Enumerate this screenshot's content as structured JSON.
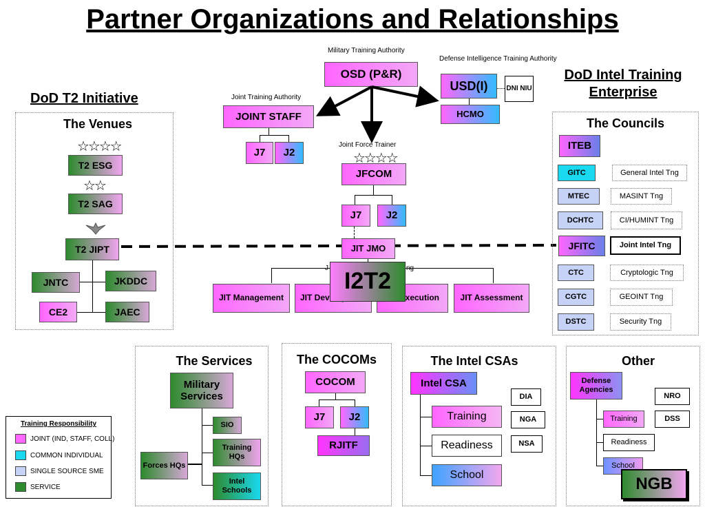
{
  "title": "Partner Organizations and Relationships",
  "top": {
    "mta_label": "Military Training Authority",
    "osd": "OSD (P&R)",
    "dita_label": "Defense Intelligence Training Authority",
    "usdi": "USD(I)",
    "dni_niu": "DNI NIU",
    "hcmo": "HCMO",
    "jta_label": "Joint Training Authority",
    "joint_staff": "JOINT STAFF",
    "js_j7": "J7",
    "js_j2": "J2",
    "jft_label": "Joint Force Trainer",
    "jfcom": "JFCOM",
    "jf_j7": "J7",
    "jf_j2": "J2",
    "jit_jmo": "JIT JMO",
    "jit_mgmt": "JIT Management",
    "jit_dev": "JIT Development",
    "jit_exec": "JIT Execution",
    "jit_assess": "JIT Assessment",
    "i2t2": "I2T2",
    "jit_hidden_left": "J",
    "jit_hidden_right": "ng"
  },
  "t2": {
    "heading": "DoD T2 Initiative",
    "venues": "The Venues",
    "esg_stars": "☆☆☆☆",
    "esg": "T2 ESG",
    "sag_stars": "☆☆",
    "sag": "T2 SAG",
    "jipt": "T2 JIPT",
    "jntc": "JNTC",
    "jkddc": "JKDDC",
    "ce2": "CE2",
    "jaec": "JAEC"
  },
  "intel": {
    "heading": "DoD Intel Training Enterprise",
    "councils": "The Councils",
    "iteb": "ITEB",
    "rows": [
      {
        "code": "GITC",
        "desc": "General Intel Tng"
      },
      {
        "code": "MTEC",
        "desc": "MASINT Tng"
      },
      {
        "code": "DCHTC",
        "desc": "CI/HUMINT Tng"
      },
      {
        "code": "JFITC",
        "desc": "Joint Intel Tng"
      },
      {
        "code": "CTC",
        "desc": "Cryptologic Tng"
      },
      {
        "code": "CGTC",
        "desc": "GEOINT Tng"
      },
      {
        "code": "DSTC",
        "desc": "Security Tng"
      }
    ]
  },
  "services": {
    "heading": "The Services",
    "military": "Military Services",
    "sio": "SIO",
    "training_hqs": "Training HQs",
    "intel_schools": "Intel Schools",
    "forces_hqs": "Forces HQs"
  },
  "cocoms": {
    "heading": "The COCOMs",
    "cocom": "COCOM",
    "j7": "J7",
    "j2": "J2",
    "rjitf": "RJITF"
  },
  "csas": {
    "heading": "The Intel CSAs",
    "intel_csa": "Intel CSA",
    "training": "Training",
    "readiness": "Readiness",
    "school": "School",
    "dia": "DIA",
    "nga": "NGA",
    "nsa": "NSA"
  },
  "other": {
    "heading": "Other",
    "defense_agencies": "Defense Agencies",
    "nro": "NRO",
    "dss": "DSS",
    "training": "Training",
    "readiness": "Readiness",
    "school": "School",
    "ngb": "NGB"
  },
  "legend": {
    "title": "Training Responsibility",
    "items": [
      {
        "label": "JOINT (IND, STAFF, COLL)",
        "color": "#ff66ff"
      },
      {
        "label": "COMMON INDIVIDUAL",
        "color": "#19d9f0"
      },
      {
        "label": "SINGLE SOURCE SME",
        "color": "#c6d3f7"
      },
      {
        "label": "SERVICE",
        "color": "#2d8a2d"
      }
    ]
  }
}
